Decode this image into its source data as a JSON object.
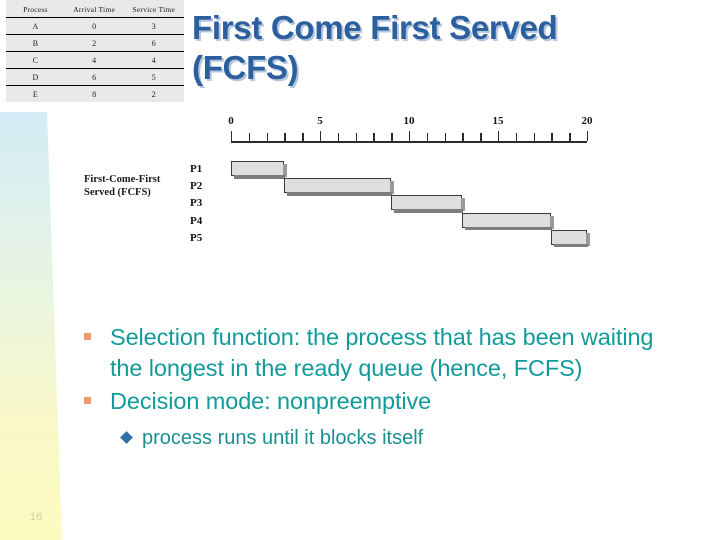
{
  "slide": {
    "title_line1": "First Come First Served",
    "title_line2": "(FCFS)",
    "page_number": "16",
    "title_color": "#2c5f9e",
    "body_color": "#139a9a",
    "bullet_marker_color": "#f0996a",
    "sub_marker_color": "#2f6fa8"
  },
  "figure": {
    "caption": "First-Come-First Served (FCFS)",
    "caption_line1": "First-Come-First",
    "caption_line2": "Served (FCFS)",
    "table": {
      "headers": [
        "Process",
        "Arrival Time",
        "Service Time"
      ],
      "rows": [
        {
          "process": "A",
          "arrival": "0",
          "service": "3"
        },
        {
          "process": "B",
          "arrival": "2",
          "service": "6"
        },
        {
          "process": "C",
          "arrival": "4",
          "service": "4"
        },
        {
          "process": "D",
          "arrival": "6",
          "service": "5"
        },
        {
          "process": "E",
          "arrival": "8",
          "service": "2"
        }
      ]
    }
  },
  "chart_data": {
    "type": "bar",
    "title": "First-Come-First Served (FCFS)",
    "xlabel": "",
    "ylabel": "",
    "xlim": [
      0,
      20
    ],
    "grid": false,
    "tick_labels": [
      "0",
      "5",
      "10",
      "15",
      "20"
    ],
    "tick_values": [
      0,
      5,
      10,
      15,
      20
    ],
    "minor_tick_step": 1,
    "categories": [
      "P1",
      "P2",
      "P3",
      "P4",
      "P5"
    ],
    "bars": [
      {
        "label": "P1",
        "start": 0,
        "end": 3,
        "duration": 3
      },
      {
        "label": "P2",
        "start": 3,
        "end": 9,
        "duration": 6
      },
      {
        "label": "P3",
        "start": 9,
        "end": 13,
        "duration": 4
      },
      {
        "label": "P4",
        "start": 13,
        "end": 18,
        "duration": 5
      },
      {
        "label": "P5",
        "start": 18,
        "end": 20,
        "duration": 2
      }
    ]
  },
  "bullets": [
    {
      "text": "Selection function: the process that has been waiting the longest in the ready queue (hence, FCFS)"
    },
    {
      "text": "Decision mode: nonpreemptive",
      "sub": "process runs until it blocks itself"
    }
  ]
}
